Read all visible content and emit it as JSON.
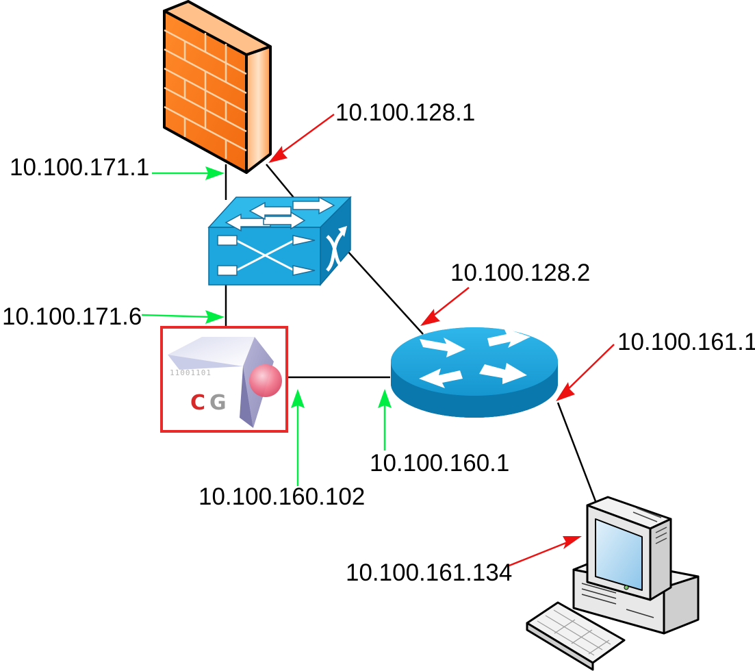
{
  "colors": {
    "connection": "#000000",
    "arrow_green": "#00ee44",
    "arrow_red": "#ee1111",
    "firewall_brick": "#ff7b1f",
    "device_blue": "#1ea7de",
    "appliance_border": "#e82a2a"
  },
  "devices": {
    "firewall": {
      "icon": "firewall-icon"
    },
    "switch": {
      "icon": "switch-icon"
    },
    "router": {
      "icon": "router-icon"
    },
    "appliance": {
      "icon": "cg-appliance-icon",
      "binary_text": "11001101",
      "logo_letter_1": "C",
      "logo_letter_2": "G"
    },
    "workstation": {
      "icon": "workstation-icon"
    }
  },
  "addresses": {
    "firewall_external": "10.100.128.1",
    "firewall_internal": "10.100.171.1",
    "appliance_switch_side": "10.100.171.6",
    "router_uplink": "10.100.128.2",
    "router_client_side": "10.100.161.1",
    "appliance_router_side": "10.100.160.102",
    "router_appliance_side": "10.100.160.1",
    "workstation": "10.100.161.134"
  }
}
